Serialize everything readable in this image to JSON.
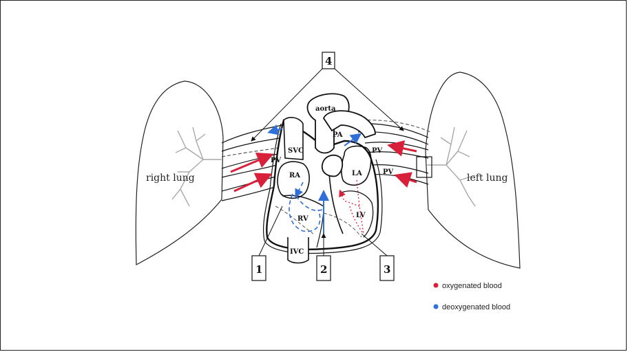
{
  "labels": {
    "aorta": "aorta",
    "pa": "PA",
    "svc": "SVC",
    "pv_right_1": "PV",
    "pv_left_1": "PV",
    "pv_left_2": "PV",
    "ra": "RA",
    "rv": "RV",
    "la": "LA",
    "lv": "LV",
    "ivc": "IVC",
    "right_lung": "right lung",
    "left_lung": "left lung"
  },
  "callouts": {
    "n1": "1",
    "n2": "2",
    "n3": "3",
    "n4": "4"
  },
  "legend": {
    "oxygenated": "oxygenated blood",
    "deoxygenated": "deoxygenated blood"
  },
  "colors": {
    "oxygenated": "#d9203a",
    "deoxygenated": "#2f6fd6",
    "outline": "#111111",
    "vessel_gray": "#9a9a9a"
  }
}
